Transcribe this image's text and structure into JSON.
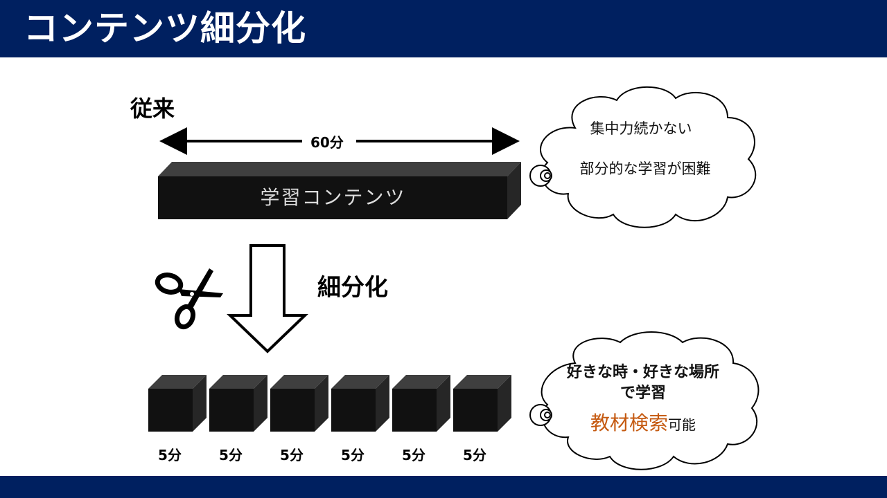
{
  "slide": {
    "title": "コンテンツ細分化"
  },
  "before": {
    "label": "従来",
    "duration_label": "60分",
    "block_label": "学習コンテンツ"
  },
  "cloud_top": {
    "line1": "集中力続かない",
    "line2": "部分的な学習が困難"
  },
  "split": {
    "label": "細分化"
  },
  "after": {
    "segments": [
      "5分",
      "5分",
      "5分",
      "5分",
      "5分",
      "5分"
    ]
  },
  "cloud_bottom": {
    "line1": "好きな時・好きな場所で学習",
    "highlight": "教材検索",
    "tail": "可能"
  },
  "colors": {
    "brand": "#002060",
    "highlight": "#c55a11",
    "block_front": "#111111",
    "block_top": "#3f3f3f"
  },
  "icons": {
    "scissors": "scissors-icon",
    "arrow": "down-arrow-icon"
  }
}
